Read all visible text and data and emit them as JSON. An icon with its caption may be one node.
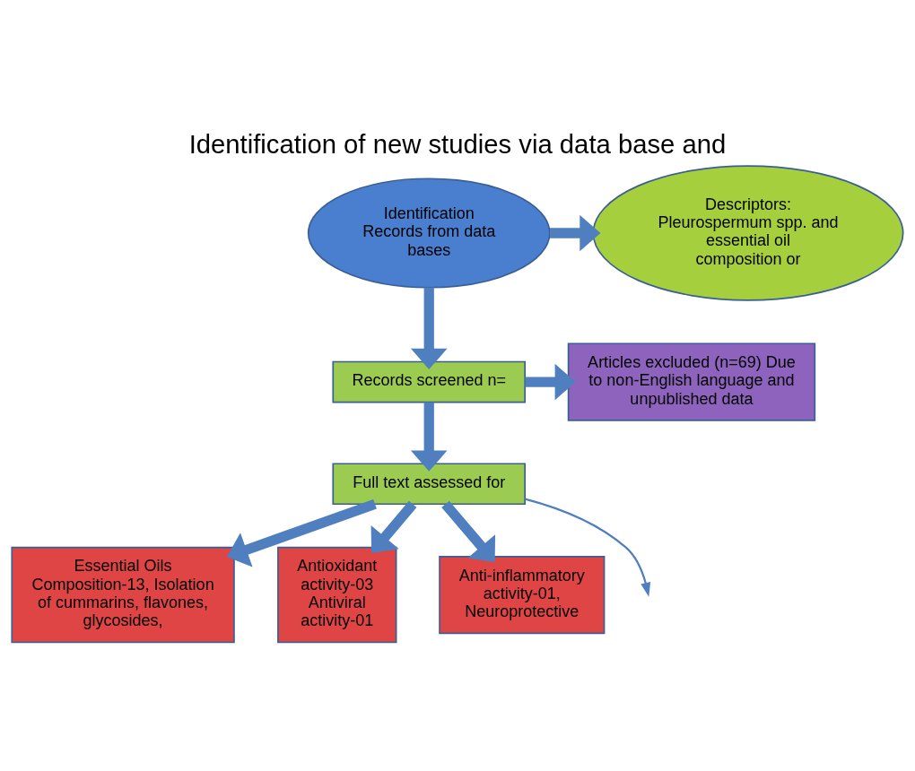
{
  "diagram": {
    "title": "Identification of new studies via data base and",
    "nodes": [
      {
        "text": [
          "Identification",
          "Records from data bases"
        ]
      },
      {
        "text": [
          "Descriptors: Pleurospermum spp. and essential oil composition or"
        ]
      },
      {
        "text": [
          "Records screened n="
        ]
      },
      {
        "text": [
          "Articles excluded (n=69) Due to non-English language and unpublished data"
        ]
      },
      {
        "text": [
          "Full text assessed for"
        ]
      },
      {
        "text": [
          "Essential Oils Composition-13, Isolation of cummarins, flavones, glycosides,"
        ]
      },
      {
        "text": [
          "Antioxidant activity-03 Antiviral activity-01"
        ]
      },
      {
        "text": [
          "Anti-inflammatory activity-01, Neuroprotective"
        ]
      }
    ],
    "edges": [
      {
        "from": 0,
        "to": 1,
        "arrow": "to"
      },
      {
        "from": 0,
        "to": 2,
        "arrow": "to"
      },
      {
        "from": 2,
        "to": 3,
        "arrow": "to"
      },
      {
        "from": 2,
        "to": 4,
        "arrow": "to"
      },
      {
        "from": 4,
        "to": null,
        "arrow": "to"
      },
      {
        "from": 4,
        "to": 5,
        "arrow": "to"
      },
      {
        "from": 4,
        "to": 6,
        "arrow": "to"
      },
      {
        "from": 4,
        "to": 7,
        "arrow": "to"
      }
    ]
  }
}
